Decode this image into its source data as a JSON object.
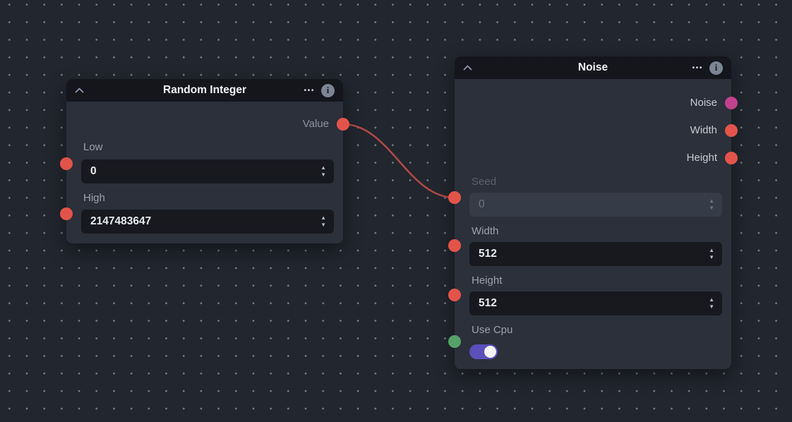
{
  "icons": {
    "more": "•••",
    "info": "i",
    "stepper_up": "▲",
    "stepper_down": "▼"
  },
  "colors": {
    "canvas_bg": "#22262f",
    "node_bg": "#2b303a",
    "node_header_bg": "#14161c",
    "input_bg": "#17191f",
    "toggle_on": "#5a50ba"
  },
  "connection": {
    "from_node": "Random Integer",
    "from_port": "Value",
    "to_node": "Noise",
    "to_port": "Seed",
    "color": "#b04a44"
  },
  "nodes": [
    {
      "title": "Random Integer",
      "outputs": [
        {
          "label": "Value",
          "port_color": "#e2544a"
        }
      ],
      "fields": [
        {
          "label": "Low",
          "value": "0",
          "port_color": "#e2544a"
        },
        {
          "label": "High",
          "value": "2147483647",
          "port_color": "#e2544a"
        }
      ]
    },
    {
      "title": "Noise",
      "outputs": [
        {
          "label": "Noise",
          "port_color": "#c2418f"
        },
        {
          "label": "Width",
          "port_color": "#e2544a"
        },
        {
          "label": "Height",
          "port_color": "#e2544a"
        }
      ],
      "fields": [
        {
          "label": "Seed",
          "value": "0",
          "disabled": "true",
          "port_color": "#e2544a"
        },
        {
          "label": "Width",
          "value": "512",
          "port_color": "#e2544a"
        },
        {
          "label": "Height",
          "value": "512",
          "port_color": "#e2544a"
        },
        {
          "label": "Use Cpu",
          "type": "toggle",
          "state": "on",
          "port_color": "#55a169"
        }
      ]
    }
  ]
}
